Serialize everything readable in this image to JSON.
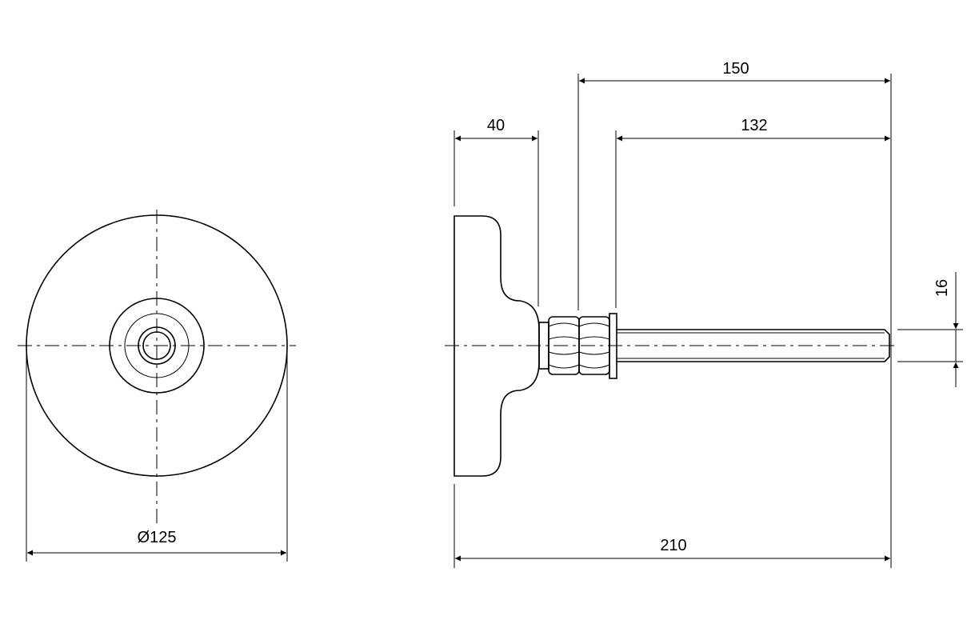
{
  "colors": {
    "line": "#000000",
    "background": "#ffffff"
  },
  "dimensions": {
    "diameter_label": "Ø125",
    "overall_length": "210",
    "foot_width": "40",
    "thread_length": "150",
    "shank_length": "132",
    "thread_diameter": "16"
  }
}
